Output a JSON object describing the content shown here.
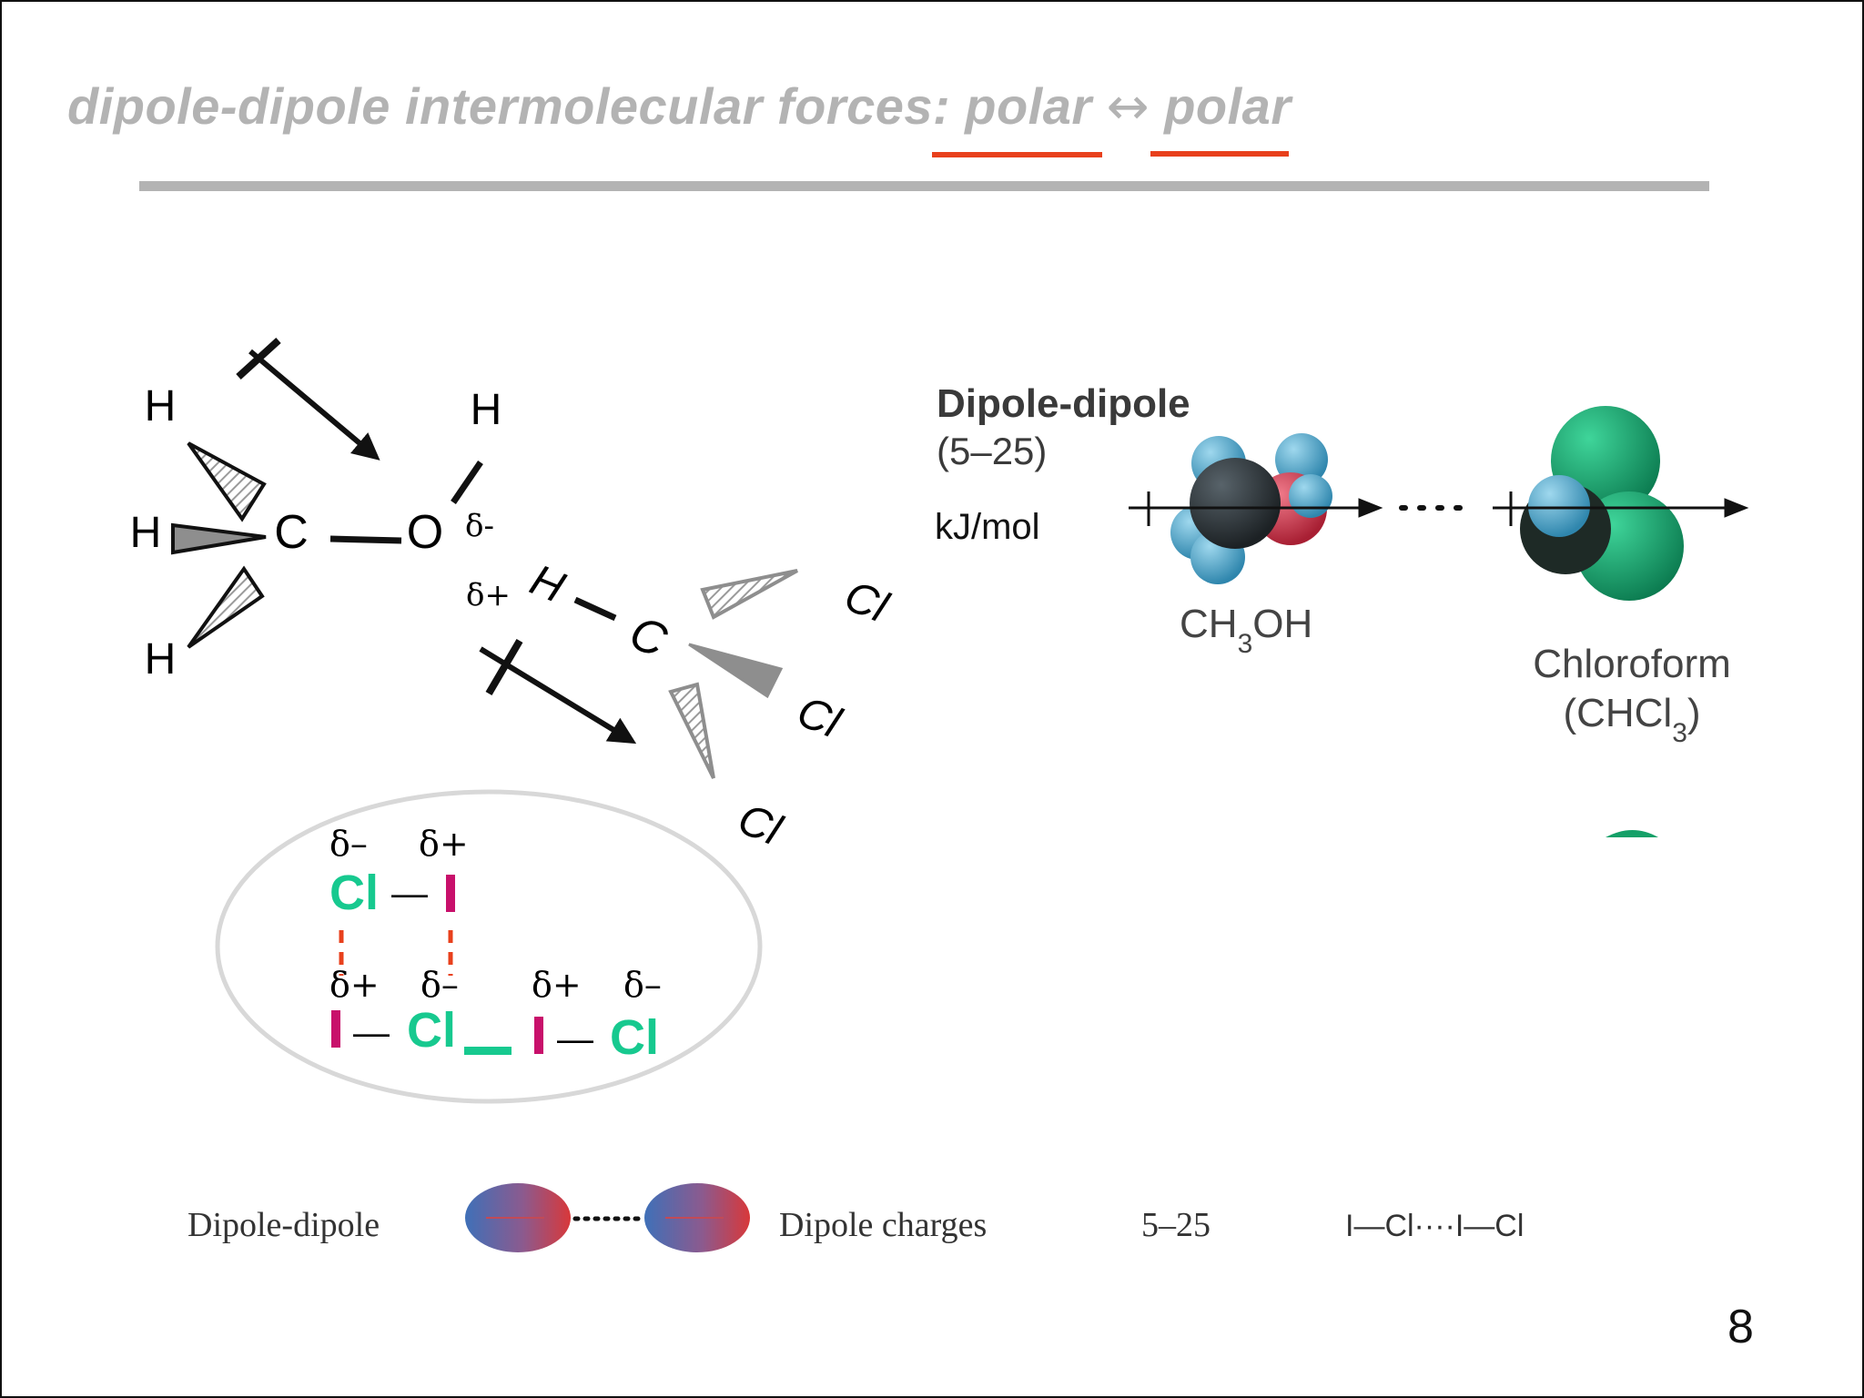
{
  "title": {
    "prefix": "dipole-dipole intermolecular forces: ",
    "word1": "polar",
    "arrow": "↔",
    "word2": "polar"
  },
  "page_number": "8",
  "left_diagram": {
    "atoms": {
      "h": "H",
      "c": "C",
      "o": "O",
      "cl": "Cl"
    },
    "delta_minus": "δ-",
    "delta_plus": "δ+"
  },
  "inset": {
    "delta_minus": "δ–",
    "delta_plus": "δ+",
    "cl": "Cl",
    "i": "I",
    "bond": "—"
  },
  "right_panel": {
    "heading": "Dipole-dipole",
    "range": "(5–25)",
    "unit": "kJ/mol",
    "molecule1": {
      "prefix": "CH",
      "sub": "3",
      "suffix": "OH"
    },
    "molecule2_name": "Chloroform",
    "molecule2_formula": {
      "prefix": "(CHCl",
      "sub": "3",
      "suffix": ")"
    }
  },
  "bottom_row": {
    "label": "Dipole-dipole",
    "basis": "Dipole charges",
    "energy": "5–25",
    "example": "I—Cl····I—Cl"
  },
  "colors": {
    "title_gray": "#b3b3b3",
    "underline_red": "#e8401c",
    "chlorine_green": "#17c98f",
    "iodine_magenta": "#c8106b",
    "carbon_dark": "#2f3538",
    "hydrogen_blue": "#4aa8d0",
    "oxygen_red": "#d6344a",
    "chloroform_green": "#14a068"
  }
}
